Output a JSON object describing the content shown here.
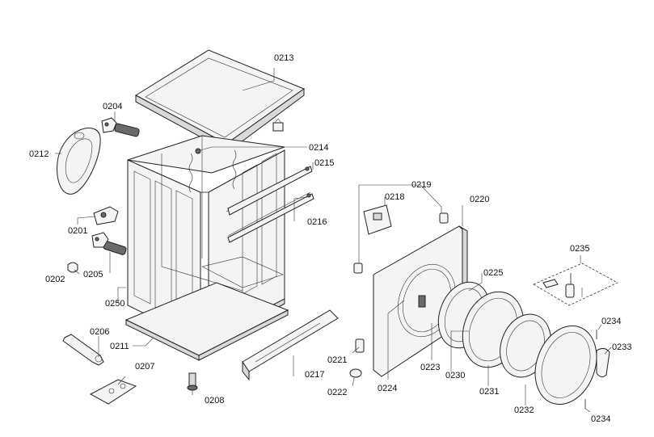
{
  "labels": {
    "p0201": "0201",
    "p0202": "0202",
    "p0204": "0204",
    "p0205": "0205",
    "p0206": "0206",
    "p0207": "0207",
    "p0208": "0208",
    "p0211": "0211",
    "p0212": "0212",
    "p0213": "0213",
    "p0214": "0214",
    "p0215": "0215",
    "p0216": "0216",
    "p0217": "0217",
    "p0218": "0218",
    "p0219": "0219",
    "p0220": "0220",
    "p0221": "0221",
    "p0222": "0222",
    "p0223": "0223",
    "p0224": "0224",
    "p0225": "0225",
    "p0230": "0230",
    "p0231": "0231",
    "p0232": "0232",
    "p0233": "0233",
    "p0234a": "0234",
    "p0234b": "0234",
    "p0235": "0235",
    "p0250": "0250"
  }
}
